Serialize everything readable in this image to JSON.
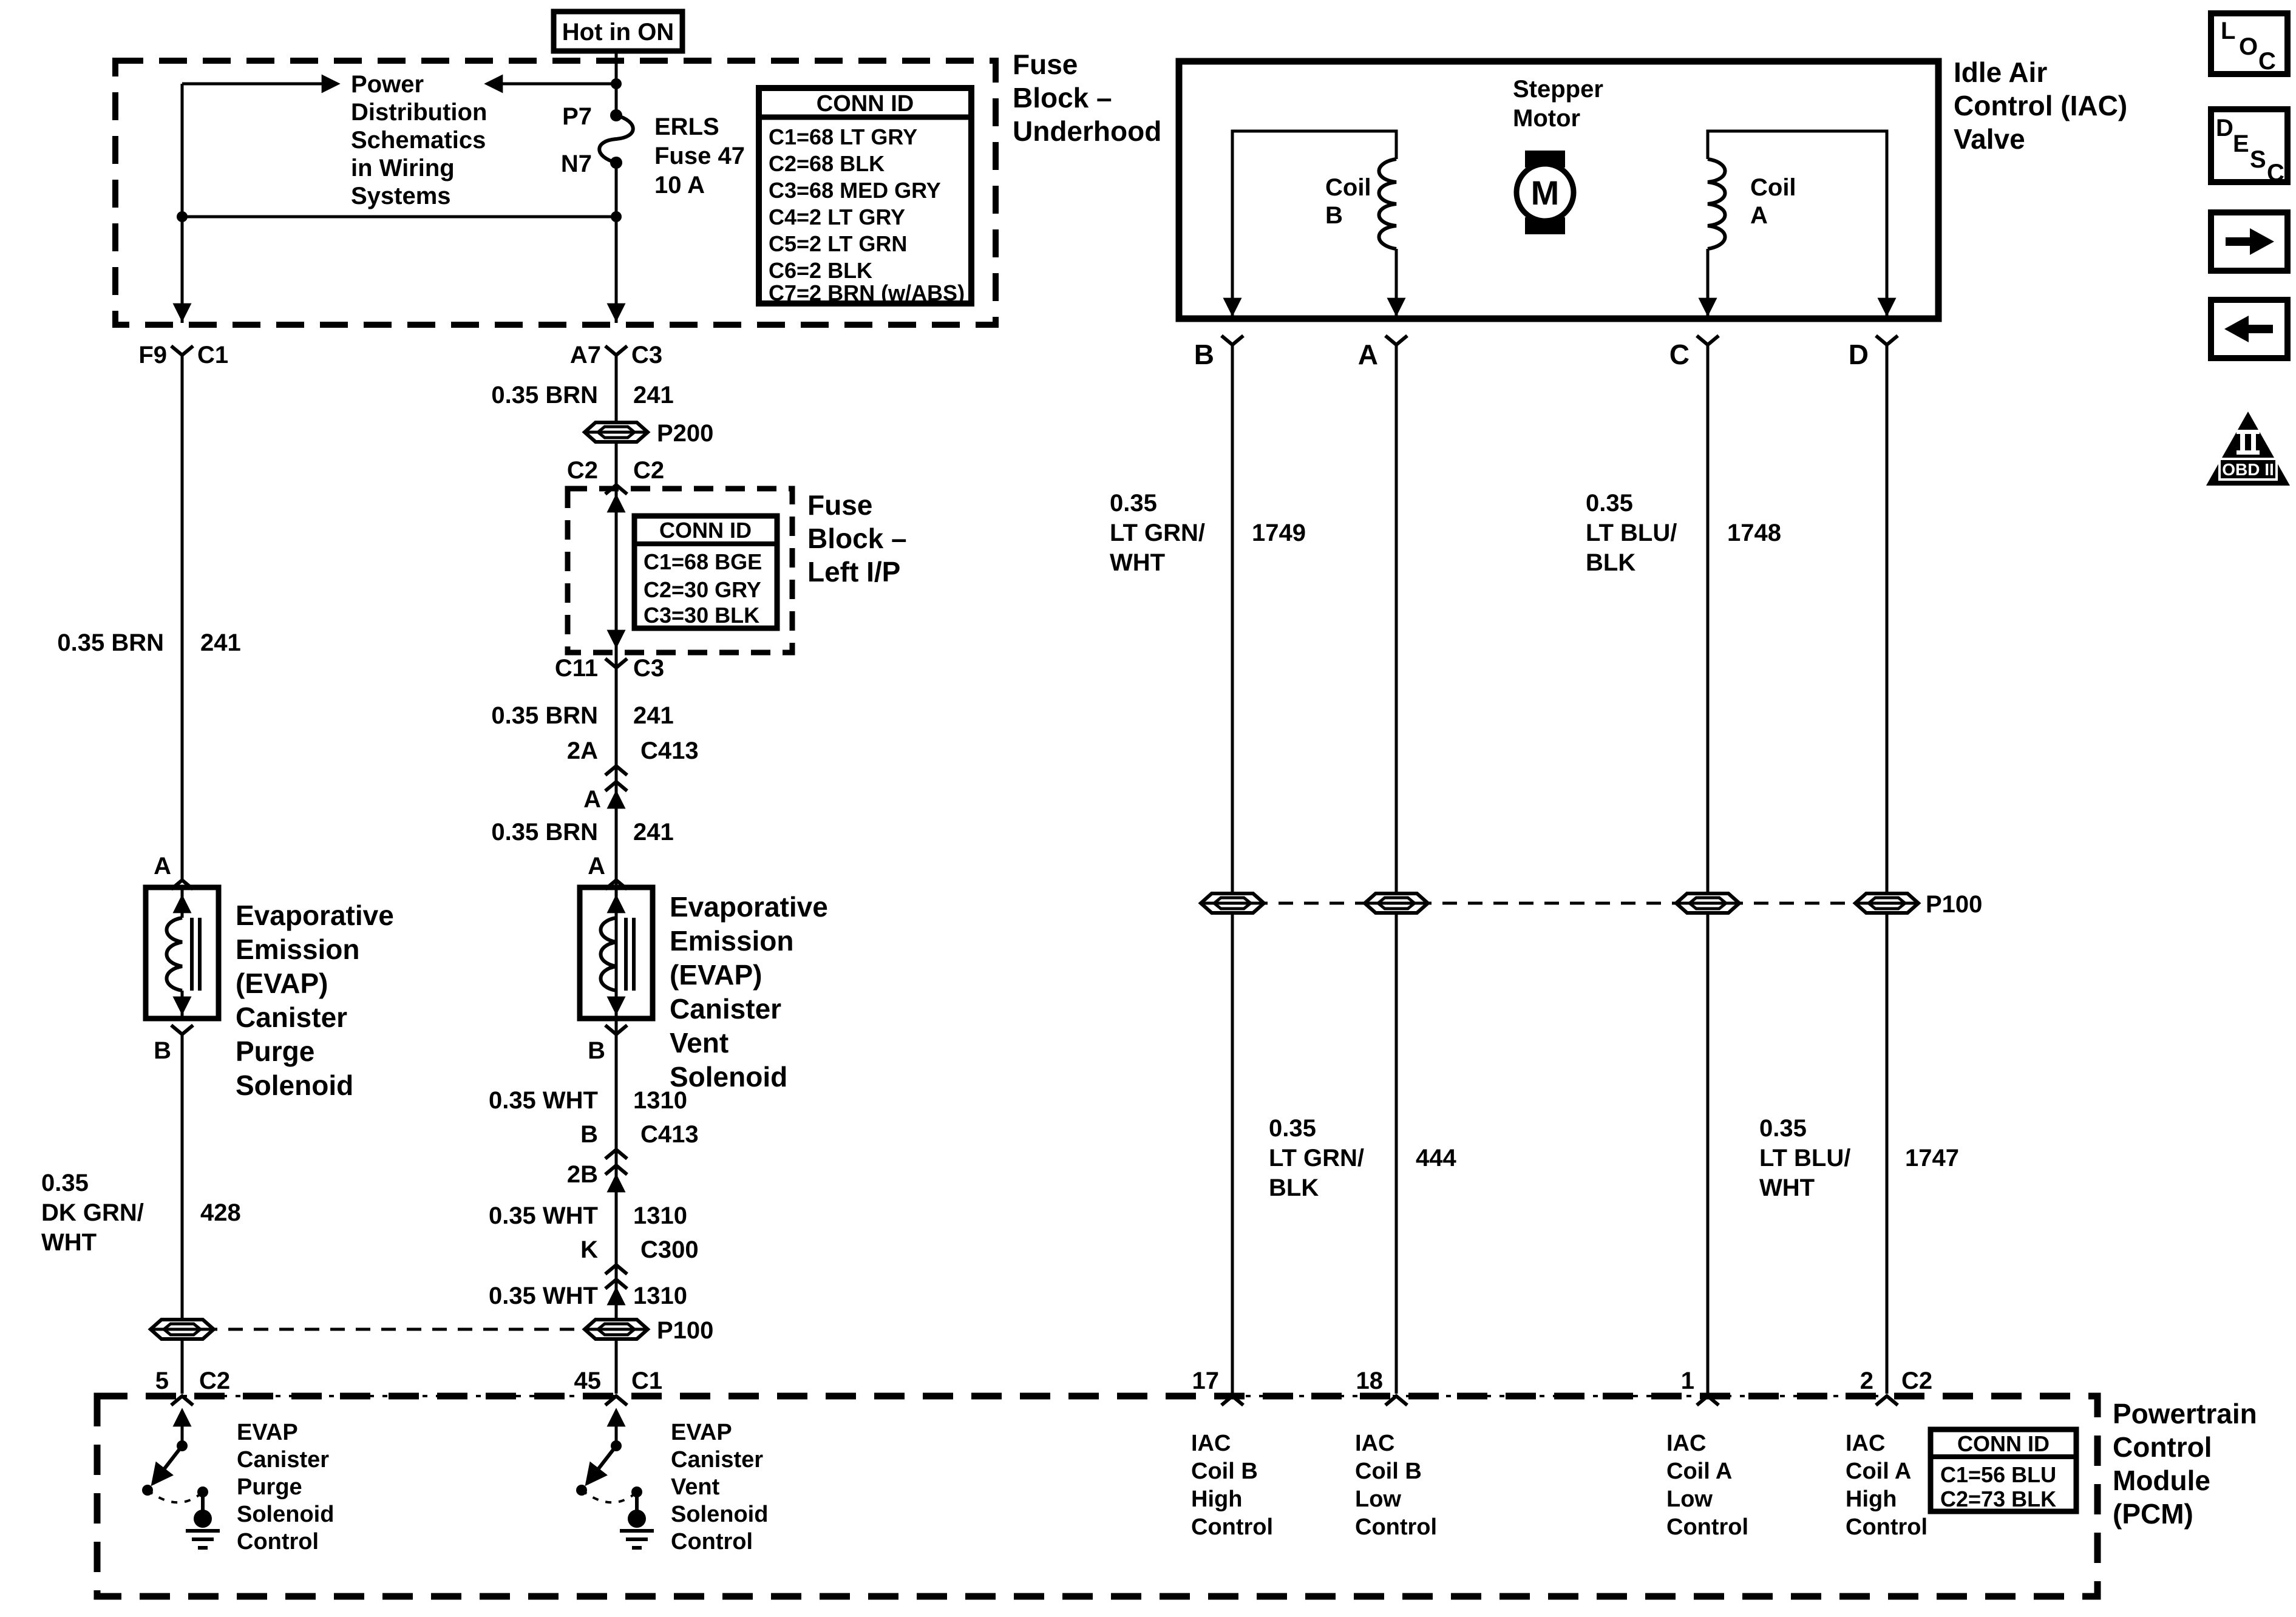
{
  "colors": {
    "ink": "#000000",
    "paper": "#ffffff"
  },
  "power": {
    "hot_in_on": "Hot in ON"
  },
  "underhood": {
    "title": [
      "Fuse",
      "Block –",
      "Underhood"
    ],
    "power_dist": [
      "Power",
      "Distribution",
      "Schematics",
      "in Wiring",
      "Systems"
    ],
    "fuse_pin_top": "P7",
    "fuse_pin_bottom": "N7",
    "fuse_name": [
      "ERLS",
      "Fuse 47",
      "10 A"
    ],
    "conn_header": "CONN ID",
    "conn_rows": [
      "C1=68 LT GRY",
      "C2=68 BLK",
      "C3=68 MED GRY",
      "C4=2 LT GRY",
      "C5=2 LT GRN",
      "C6=2 BLK",
      "C7=2 BRN (w/ABS)"
    ],
    "exit_left_pin": "F9",
    "exit_left_conn": "C1",
    "exit_mid_pin": "A7",
    "exit_mid_conn": "C3"
  },
  "left_ip": {
    "title": [
      "Fuse",
      "Block –",
      "Left I/P"
    ],
    "conn_header": "CONN ID",
    "conn_rows": [
      "C1=68 BGE",
      "C2=30 GRY",
      "C3=30 BLK"
    ],
    "entry_pin": "C2",
    "entry_conn": "C2",
    "exit_pin": "C11",
    "exit_conn": "C3"
  },
  "purge": {
    "wire_brn": "0.35 BRN",
    "wire_brn_ckt": "241",
    "pin_a": "A",
    "pin_b": "B",
    "solenoid_label": [
      "Evaporative",
      "Emission",
      "(EVAP)",
      "Canister",
      "Purge",
      "Solenoid"
    ],
    "wire_dkgrn": [
      "0.35",
      "DK GRN/",
      "WHT"
    ],
    "wire_dkgrn_ckt": "428",
    "pcm_pin": "5",
    "pcm_conn": "C2",
    "pcm_label": [
      "EVAP",
      "Canister",
      "Purge",
      "Solenoid",
      "Control"
    ]
  },
  "vent": {
    "wire_brn0": "0.35 BRN",
    "ckt0": "241",
    "splice_p200": "P200",
    "wire_brn1": "0.35 BRN",
    "ckt1": "241",
    "c413a_pin": "2A",
    "c413a_conn": "C413",
    "pin_a_upper": "A",
    "wire_brn2": "0.35 BRN",
    "ckt2": "241",
    "pin_a": "A",
    "pin_b": "B",
    "solenoid_label": [
      "Evaporative",
      "Emission",
      "(EVAP)",
      "Canister",
      "Vent",
      "Solenoid"
    ],
    "wire_wht1": "0.35 WHT",
    "wht1_ckt": "1310",
    "c413b_pin": "B",
    "c413b_conn": "C413",
    "pin_2b": "2B",
    "wire_wht2": "0.35 WHT",
    "wht2_ckt": "1310",
    "c300_pin": "K",
    "c300_conn": "C300",
    "wire_wht3": "0.35 WHT",
    "wht3_ckt": "1310",
    "splice_p100": "P100",
    "pcm_pin": "45",
    "pcm_conn": "C1",
    "pcm_label": [
      "EVAP",
      "Canister",
      "Vent",
      "Solenoid",
      "Control"
    ]
  },
  "iac": {
    "title": [
      "Idle Air",
      "Control (IAC)",
      "Valve"
    ],
    "stepper": [
      "Stepper",
      "Motor"
    ],
    "motor_letter": "M",
    "coil_b": [
      "Coil",
      "B"
    ],
    "coil_a": [
      "Coil",
      "A"
    ],
    "pin_b": "B",
    "pin_a": "A",
    "pin_c": "C",
    "pin_d": "D",
    "wire_b": [
      "0.35",
      "LT GRN/",
      "WHT"
    ],
    "wire_b_ckt": "1749",
    "wire_c": [
      "0.35",
      "LT BLU/",
      "BLK"
    ],
    "wire_c_ckt": "1748",
    "splice_p100": "P100",
    "wire_a": [
      "0.35",
      "LT GRN/",
      "BLK"
    ],
    "wire_a_ckt": "444",
    "wire_d": [
      "0.35",
      "LT BLU/",
      "WHT"
    ],
    "wire_d_ckt": "1747",
    "pcm_pin_17": "17",
    "pcm_pin_18": "18",
    "pcm_pin_1": "1",
    "pcm_pin_2": "2",
    "pcm_conn": "C2",
    "lbl_b_high": [
      "IAC",
      "Coil B",
      "High",
      "Control"
    ],
    "lbl_b_low": [
      "IAC",
      "Coil B",
      "Low",
      "Control"
    ],
    "lbl_a_low": [
      "IAC",
      "Coil A",
      "Low",
      "Control"
    ],
    "lbl_a_high": [
      "IAC",
      "Coil A",
      "High",
      "Control"
    ]
  },
  "pcm": {
    "title": [
      "Powertrain",
      "Control",
      "Module",
      "(PCM)"
    ],
    "conn_header": "CONN ID",
    "conn_rows": [
      "C1=56 BLU",
      "C2=73 BLK"
    ]
  },
  "sidebar": {
    "loc": [
      "L",
      "O",
      "C"
    ],
    "desc": [
      "D",
      "E",
      "S",
      "C"
    ],
    "obd_numeral": "II",
    "obd_label": "OBD II"
  }
}
